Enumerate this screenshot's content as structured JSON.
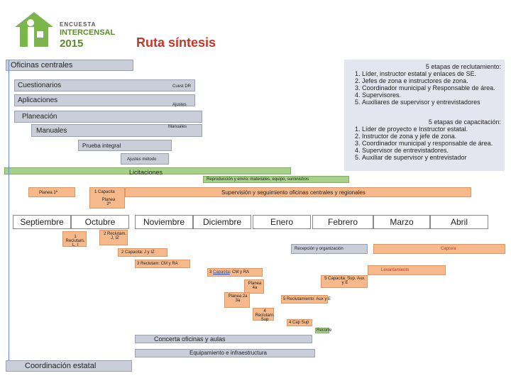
{
  "logo": {
    "line1": "ENCUESTA",
    "line2": "INTERCENSAL",
    "line3": "2015"
  },
  "title": "Ruta síntesis",
  "headers": {
    "offices": "Oficinas centrales",
    "state": "Coordinación estatal"
  },
  "central": {
    "cuestionarios": "Cuestionarios",
    "cuest_dr": "Cuest DR",
    "aplicaciones": "Aplicaciones",
    "ajustes": "Ajustes",
    "planeacion": "Planeación",
    "manuales_short": "Manuales",
    "manuales": "Manuales",
    "prueba": "Prueba integral",
    "ajustes_metodo": "Ajustes método",
    "licitaciones": "Licitaciones",
    "reproduccion": "Reproducción y envío: materiales, equipo, suministros",
    "supervision": "Supervisión y seguimiento oficinas centrales y regionales"
  },
  "recruitment": {
    "title": "5 etapas de reclutamiento:",
    "items": [
      "Líder, instructor estatal y enlaces de SE.",
      "Jefes de zona e instructores de zona.",
      "Coordinador municipal y Responsable de área.",
      "Supervisores.",
      "Auxiliares de supervisor y entrevistadores"
    ]
  },
  "training": {
    "title": "5 etapas de capacitación:",
    "items": [
      "Líder de proyecto e Instructor estatal.",
      "Instructor de zona y jefe de zona.",
      "Coordinador municipal y responsable de área.",
      "Supervisor de entrevistadores.",
      "Auxiliar de supervisor y entrevistador"
    ]
  },
  "months": [
    "Septiembre",
    "Octubre",
    "Noviembre",
    "Diciembre",
    "Enero",
    "Febrero",
    "Marzo",
    "Abril"
  ],
  "state_items": {
    "planea1": "Planea 1ª",
    "capacita1": "1 Capacita",
    "planea2": "Planea 2ª",
    "reclutamiento1": "1 Reclutam. L, I",
    "reclutamiento2": "2 Reclutam. J, IZ",
    "capacita2": "2 Capacita: J y IZ",
    "recepcion": "Recepción y organización",
    "captura": "Captura",
    "reclut3": "3 Reclutam: CM y RA",
    "levantamiento": "Levantamiento",
    "capacita3_num": "3",
    "capacita3_link": "Capacita",
    "capacita3_tail": ": CM y RA",
    "capacita5": "5 Capacita: Sup. Aux. y E",
    "planea4a": "Planea 4a",
    "planea3": "Planea 2a 3a",
    "reclut5": "5 Reclutamiento: Aux y E",
    "reclut4": "4 Reclutam. Sup",
    "capsup": "4 Cap Sup",
    "recorre": "Recorre",
    "concerta": "Concerta oficinas y aulas",
    "equipamiento": "Equipamiento e infraestructura"
  }
}
